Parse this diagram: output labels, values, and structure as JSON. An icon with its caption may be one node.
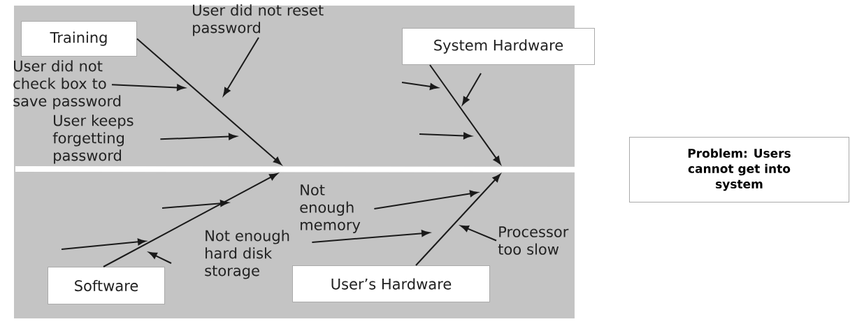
{
  "diagram": {
    "nodes": [
      {
        "text": [
          "Training"
        ]
      },
      {
        "text": [
          "System Hardware"
        ]
      },
      {
        "text": [
          "Software"
        ]
      },
      {
        "text": [
          "User’s Hardware"
        ]
      },
      {
        "text": [
          "Problem: Users cannot get into system"
        ]
      },
      {
        "text": [
          "User did not reset password"
        ]
      },
      {
        "text": [
          "User did not check box to save password"
        ]
      },
      {
        "text": [
          "User keeps forgetting password"
        ]
      },
      {
        "text": [
          "Not enough memory"
        ]
      },
      {
        "text": [
          "Not enough hard disk storage"
        ]
      },
      {
        "text": [
          "Processor too slow"
        ]
      }
    ],
    "edges": [
      {
        "from": null,
        "to": 4,
        "arrow": "none",
        "style": "thick",
        "color": "#ffffff"
      },
      {
        "from": 0,
        "to": null,
        "arrow": "to"
      },
      {
        "from": 1,
        "to": null,
        "arrow": "to"
      },
      {
        "from": 2,
        "to": null,
        "arrow": "to"
      },
      {
        "from": 3,
        "to": null,
        "arrow": "to"
      },
      {
        "from": 5,
        "to": null,
        "arrow": "to"
      },
      {
        "from": 6,
        "to": null,
        "arrow": "to"
      },
      {
        "from": 7,
        "to": null,
        "arrow": "to"
      },
      {
        "from": 8,
        "to": null,
        "arrow": "to"
      },
      {
        "from": 9,
        "to": null,
        "arrow": "to"
      },
      {
        "from": 10,
        "to": null,
        "arrow": "to"
      }
    ]
  }
}
